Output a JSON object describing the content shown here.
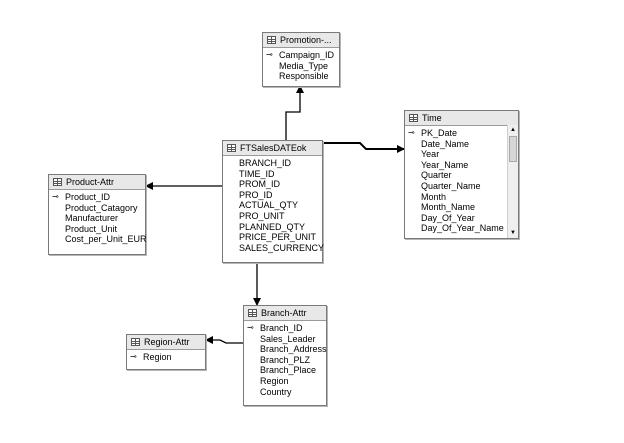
{
  "tables": [
    {
      "id": "promotion",
      "title": "Promotion-...",
      "columns": [
        {
          "name": "Campaign_ID",
          "key": true
        },
        {
          "name": "Media_Type",
          "key": false
        },
        {
          "name": "Responsible",
          "key": false
        }
      ]
    },
    {
      "id": "time",
      "title": "Time",
      "columns": [
        {
          "name": "PK_Date",
          "key": true
        },
        {
          "name": "Date_Name",
          "key": false
        },
        {
          "name": "Year",
          "key": false
        },
        {
          "name": "Year_Name",
          "key": false
        },
        {
          "name": "Quarter",
          "key": false
        },
        {
          "name": "Quarter_Name",
          "key": false
        },
        {
          "name": "Month",
          "key": false
        },
        {
          "name": "Month_Name",
          "key": false
        },
        {
          "name": "Day_Of_Year",
          "key": false
        },
        {
          "name": "Day_Of_Year_Name",
          "key": false
        }
      ]
    },
    {
      "id": "fact",
      "title": "FTSalesDATEok",
      "columns": [
        {
          "name": "BRANCH_ID",
          "key": false
        },
        {
          "name": "TIME_ID",
          "key": false
        },
        {
          "name": "PROM_ID",
          "key": false
        },
        {
          "name": "PRO_ID",
          "key": false
        },
        {
          "name": "ACTUAL_QTY",
          "key": false
        },
        {
          "name": "PRO_UNIT",
          "key": false
        },
        {
          "name": "PLANNED_QTY",
          "key": false
        },
        {
          "name": "PRICE_PER_UNIT",
          "key": false
        },
        {
          "name": "SALES_CURRENCY",
          "key": false
        }
      ]
    },
    {
      "id": "product",
      "title": "Product-Attr",
      "columns": [
        {
          "name": "Product_ID",
          "key": true
        },
        {
          "name": "Product_Catagory",
          "key": false
        },
        {
          "name": "Manufacturer",
          "key": false
        },
        {
          "name": "Product_Unit",
          "key": false
        },
        {
          "name": "Cost_per_Unit_EUR",
          "key": false
        }
      ]
    },
    {
      "id": "branch",
      "title": "Branch-Attr",
      "columns": [
        {
          "name": "Branch_ID",
          "key": true
        },
        {
          "name": "Sales_Leader",
          "key": false
        },
        {
          "name": "Branch_Address",
          "key": false
        },
        {
          "name": "Branch_PLZ",
          "key": false
        },
        {
          "name": "Branch_Place",
          "key": false
        },
        {
          "name": "Region",
          "key": false
        },
        {
          "name": "Country",
          "key": false
        }
      ]
    },
    {
      "id": "region",
      "title": "Region-Attr",
      "columns": [
        {
          "name": "Region",
          "key": true
        }
      ]
    }
  ],
  "relationships": [
    {
      "from": "fact",
      "to": "promotion"
    },
    {
      "from": "fact",
      "to": "time"
    },
    {
      "from": "fact",
      "to": "product"
    },
    {
      "from": "fact",
      "to": "branch"
    },
    {
      "from": "branch",
      "to": "region"
    }
  ],
  "icons": {
    "key": "key-icon",
    "table": "table-grid-icon"
  },
  "colors": {
    "line": "#000000",
    "header": "#e8e8e8",
    "border": "#7a7a7a"
  }
}
